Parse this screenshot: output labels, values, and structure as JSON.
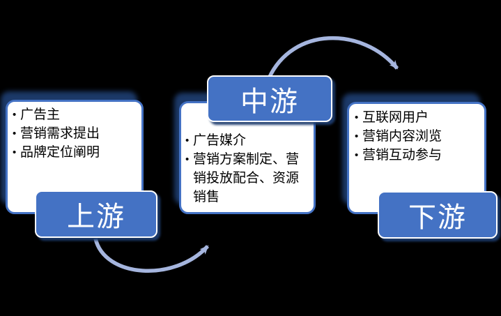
{
  "ui": {
    "bullet": "•"
  },
  "colors": {
    "accent": "#4472C4",
    "arrow": "#A5B5DE",
    "shadow": "#1E3C6E",
    "box_fill": "#FFFFFF",
    "label_text": "#FFFFFF",
    "body_text": "#000000",
    "background": "#000000"
  },
  "stages": [
    {
      "label": "上游",
      "items": [
        "广告主",
        "营销需求提出",
        "品牌定位阐明"
      ]
    },
    {
      "label": "中游",
      "items": [
        "广告媒介",
        "营销方案制定、营\n销投放配合、资源\n销售"
      ]
    },
    {
      "label": "下游",
      "items": [
        "互联网用户",
        "营销内容浏览",
        "营销互动参与"
      ]
    }
  ]
}
